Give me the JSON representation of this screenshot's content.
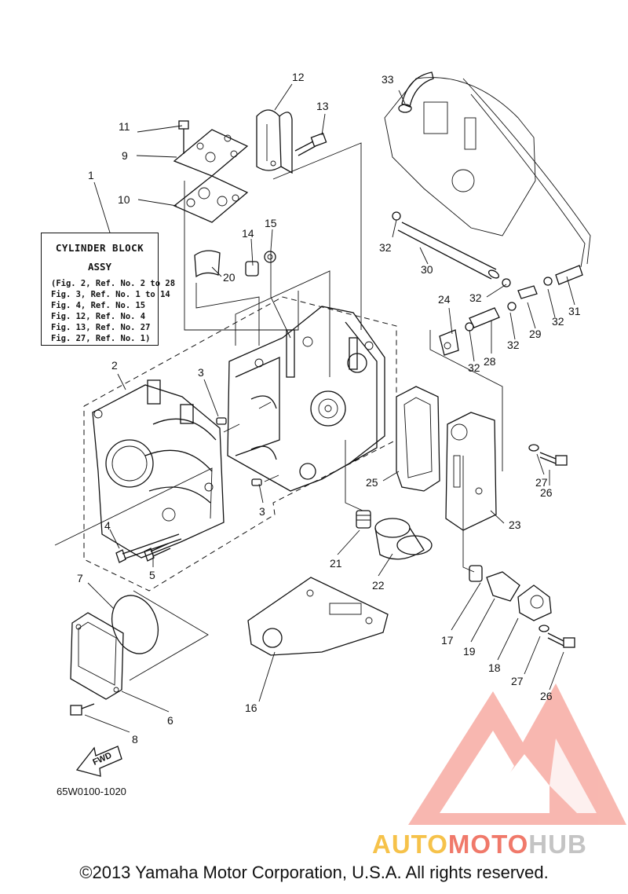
{
  "diagram": {
    "callouts": {
      "c1": "1",
      "c2": "2",
      "c3a": "3",
      "c3b": "3",
      "c4": "4",
      "c5": "5",
      "c6": "6",
      "c7": "7",
      "c8": "8",
      "c9": "9",
      "c10": "10",
      "c11": "11",
      "c12": "12",
      "c13": "13",
      "c14": "14",
      "c15": "15",
      "c16": "16",
      "c17": "17",
      "c18": "18",
      "c19": "19",
      "c20": "20",
      "c21": "21",
      "c22": "22",
      "c23": "23",
      "c24": "24",
      "c25": "25",
      "c26a": "26",
      "c26b": "26",
      "c27a": "27",
      "c27b": "27",
      "c28": "28",
      "c29": "29",
      "c30": "30",
      "c31": "31",
      "c32a": "32",
      "c32b": "32",
      "c32c": "32",
      "c32d": "32",
      "c32e": "32",
      "c33": "33"
    },
    "label_box": {
      "title_line1": "CYLINDER BLOCK",
      "title_line2": "ASSY",
      "refs": [
        "(Fig. 2, Ref. No. 2 to 28",
        "Fig. 3, Ref. No. 1 to 14",
        "Fig. 4, Ref. No. 15",
        "Fig. 12, Ref. No. 4",
        "Fig. 13, Ref. No. 27",
        "Fig. 27, Ref. No. 1)"
      ]
    },
    "fwd_label": "FWD",
    "catalog_number": "65W0100-1020"
  },
  "footer": {
    "copyright": "©2013 Yamaha Motor Corporation, U.S.A. All rights reserved."
  },
  "watermark": {
    "text_part1": "AUTO",
    "text_part2": "MOTO",
    "text_part3": "HUB",
    "colors": {
      "auto": "#f6c24a",
      "moto": "#f0796a",
      "hub": "#c4c4c4",
      "logo": "#f08a80"
    }
  }
}
